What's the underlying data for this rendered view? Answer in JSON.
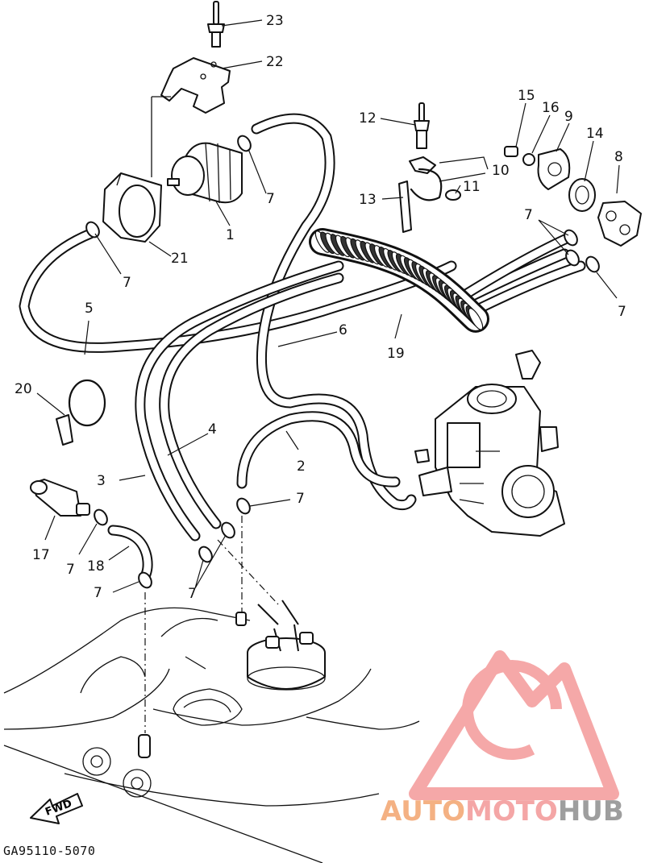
{
  "figure_code": "GA95110-5070",
  "fwd_label": "FWD",
  "watermark": {
    "text_auto": "AUTO",
    "text_moto": "MOTO",
    "text_hub": "HUB",
    "color_auto": "#f4b183",
    "color_moto": "#f4a6a6",
    "color_hub": "#9e9e9e",
    "logo_color": "#f28c8c"
  },
  "callouts": [
    {
      "id": "23",
      "label": "23"
    },
    {
      "id": "22",
      "label": "22"
    },
    {
      "id": "1",
      "label": "1"
    },
    {
      "id": "7a",
      "label": "7"
    },
    {
      "id": "21",
      "label": "21"
    },
    {
      "id": "7b",
      "label": "7"
    },
    {
      "id": "5",
      "label": "5"
    },
    {
      "id": "12",
      "label": "12"
    },
    {
      "id": "15",
      "label": "15"
    },
    {
      "id": "16",
      "label": "16"
    },
    {
      "id": "9",
      "label": "9"
    },
    {
      "id": "14",
      "label": "14"
    },
    {
      "id": "8",
      "label": "8"
    },
    {
      "id": "10",
      "label": "10"
    },
    {
      "id": "11",
      "label": "11"
    },
    {
      "id": "13",
      "label": "13"
    },
    {
      "id": "7c",
      "label": "7"
    },
    {
      "id": "7d",
      "label": "7"
    },
    {
      "id": "19",
      "label": "19"
    },
    {
      "id": "6",
      "label": "6"
    },
    {
      "id": "20",
      "label": "20"
    },
    {
      "id": "4",
      "label": "4"
    },
    {
      "id": "3",
      "label": "3"
    },
    {
      "id": "2",
      "label": "2"
    },
    {
      "id": "7e",
      "label": "7"
    },
    {
      "id": "17",
      "label": "17"
    },
    {
      "id": "7f",
      "label": "7"
    },
    {
      "id": "18",
      "label": "18"
    },
    {
      "id": "7g",
      "label": "7"
    },
    {
      "id": "7h",
      "label": "7"
    }
  ]
}
